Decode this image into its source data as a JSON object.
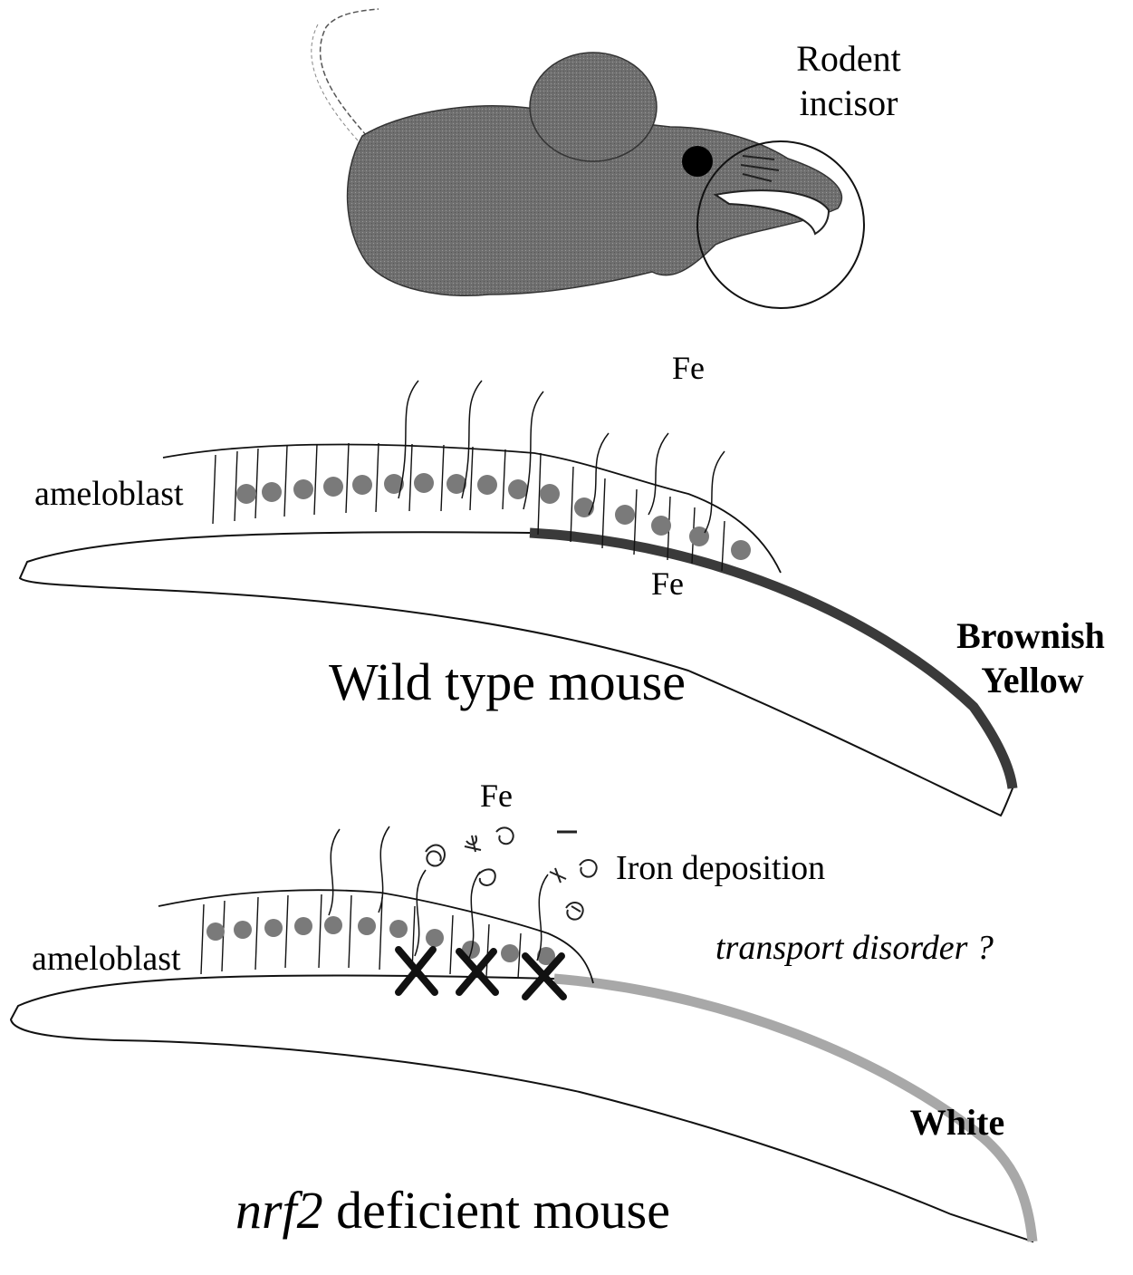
{
  "mouse": {
    "label_line1": "Rodent",
    "label_line2": "incisor"
  },
  "wild_type": {
    "fe_top": "Fe",
    "cell_label": "ameloblast",
    "fe_bottom": "Fe",
    "color_line1": "Brownish",
    "color_line2": "Yellow",
    "title": "Wild type mouse"
  },
  "nrf2": {
    "fe_label": "Fe",
    "iron_deposition": "Iron deposition",
    "transport": "transport disorder ?",
    "cell_label": "ameloblast",
    "color_label": "White",
    "title_italic": "nrf2",
    "title_rest": " deficient mouse"
  },
  "colors": {
    "body_gray": "#6b6b6b",
    "enamel_dark": "#3a3a3a",
    "enamel_light": "#a8a8a8",
    "nucleus": "#7a7a7a"
  }
}
